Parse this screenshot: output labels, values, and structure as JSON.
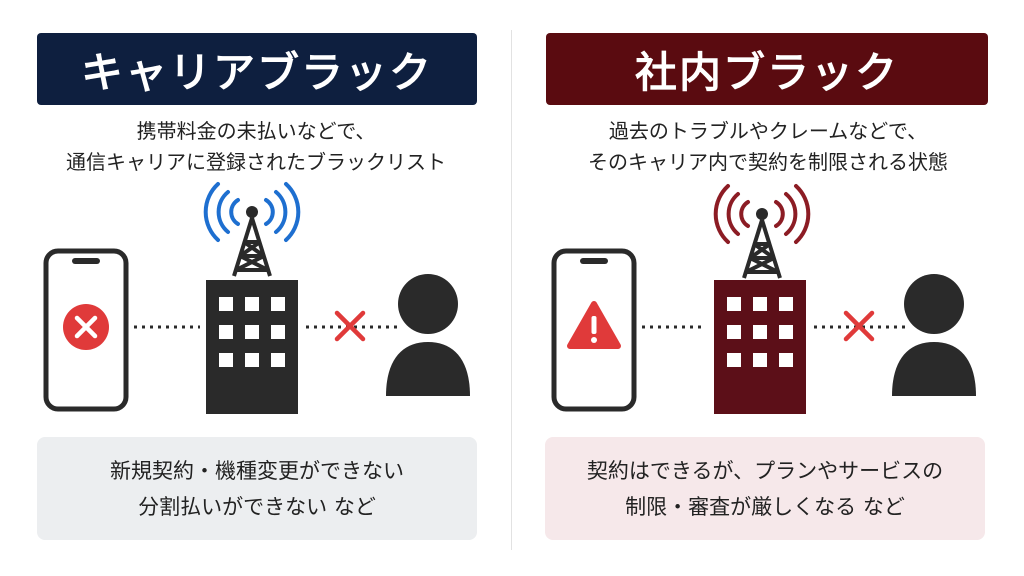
{
  "colors": {
    "left_title_bg": "#0e1f3f",
    "right_title_bg": "#5a0b10",
    "left_box_bg": "#eceef0",
    "right_box_bg": "#f6e8ea",
    "left_signal": "#1e6fd0",
    "right_signal": "#8c1c24",
    "left_building": "#2a2a2a",
    "right_building": "#5c0f18",
    "error_red": "#e03a3a"
  },
  "left": {
    "title": "キャリアブラック",
    "desc_lines": [
      "携帯料金の未払いなどで、",
      "通信キャリアに登録されたブラックリスト"
    ],
    "phone_icon": "x-circle-icon",
    "box_lines": [
      "新規契約・機種変更ができない",
      "分割払いができない など"
    ]
  },
  "right": {
    "title": "社内ブラック",
    "desc_lines": [
      "過去のトラブルやクレームなどで、",
      "そのキャリア内で契約を制限される状態"
    ],
    "phone_icon": "warning-triangle-icon",
    "box_lines": [
      "契約はできるが、プランやサービスの",
      "制限・審査が厳しくなる など"
    ]
  }
}
